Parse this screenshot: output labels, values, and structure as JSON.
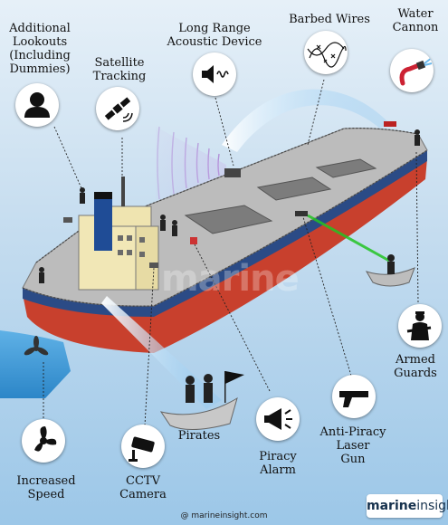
{
  "labels": {
    "lookouts": "Additional\nLookouts\n(Including\nDummies)",
    "satellite": "Satellite\nTracking",
    "lrad": "Long Range\nAcoustic Device",
    "barbed": "Barbed Wires",
    "water": "Water\nCannon",
    "guards": "Armed\nGuards",
    "laser": "Anti-Piracy\nLaser\nGun",
    "alarm": "Piracy\nAlarm",
    "pirates": "Pirates",
    "cctv": "CCTV\nCamera",
    "speed": "Increased\nSpeed"
  },
  "icons": {
    "lookouts": "person-silhouette-icon",
    "satellite": "satellite-icon",
    "lrad": "speaker-soundwave-icon",
    "barbed": "barbed-wire-icon",
    "water": "water-hose-icon",
    "guards": "armed-guard-icon",
    "laser": "laser-gun-icon",
    "alarm": "alarm-megaphone-icon",
    "cctv": "cctv-camera-icon",
    "speed": "propeller-icon"
  },
  "footer": {
    "credit": "@ marineinsight.com",
    "logo_top": "marine",
    "logo_bottom": "insight"
  },
  "colors": {
    "hull_red": "#c8402d",
    "hull_blue": "#2b4b86",
    "deck_gray": "#bdbdbd",
    "laser_green": "#22c322",
    "water_blue": "#7ec0ef"
  }
}
